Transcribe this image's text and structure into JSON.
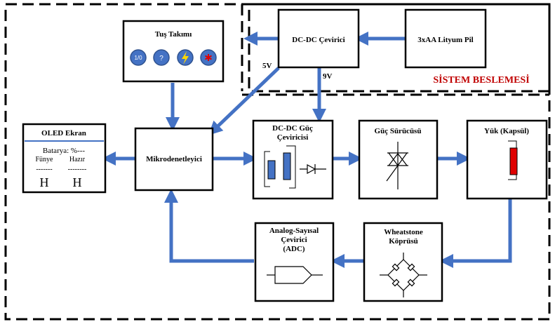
{
  "system_label": "SİSTEM BESLEMESİ",
  "colors": {
    "arrow": "#4472C4",
    "accent_red": "#C00000",
    "button_fill": "#4472C4",
    "load_red": "#E00000",
    "dashed_border": "#000000"
  },
  "blocks": {
    "keypad": {
      "title": "Tuş Takımı",
      "buttons": [
        {
          "label": "1/0",
          "icon": "power-toggle-icon"
        },
        {
          "label": "?",
          "icon": "help-icon"
        },
        {
          "label": "⚡",
          "icon": "lightning-icon"
        },
        {
          "label": "✱",
          "icon": "asterisk-icon"
        }
      ]
    },
    "dcdc_converter": {
      "title": "DC-DC Çevirici"
    },
    "battery": {
      "title": "3xAA Lityum Pil"
    },
    "oled": {
      "title": "OLED Ekran",
      "battery_line": "Batarya: %---",
      "col1_label": "Fünye",
      "col2_label": "Hazır",
      "col1_dashes": "-------",
      "col2_dashes": "--------",
      "col1_value": "H",
      "col2_value": "H"
    },
    "mcu": {
      "title": "Mikrodenetleyici"
    },
    "power_converter": {
      "title_line1": "DC-DC Güç",
      "title_line2": "Çeviricisi"
    },
    "power_driver": {
      "title": "Güç Sürücüsü"
    },
    "load": {
      "title": "Yük (Kapsül)"
    },
    "wheatstone": {
      "title_line1": "Wheatstone",
      "title_line2": "Köprüsü"
    },
    "adc": {
      "title_line1": "Analog-Sayısal",
      "title_line2": "Çevirici",
      "title_line3": "(ADC)"
    }
  },
  "voltage_labels": {
    "five_volt": "5V",
    "nine_volt": "9V"
  }
}
